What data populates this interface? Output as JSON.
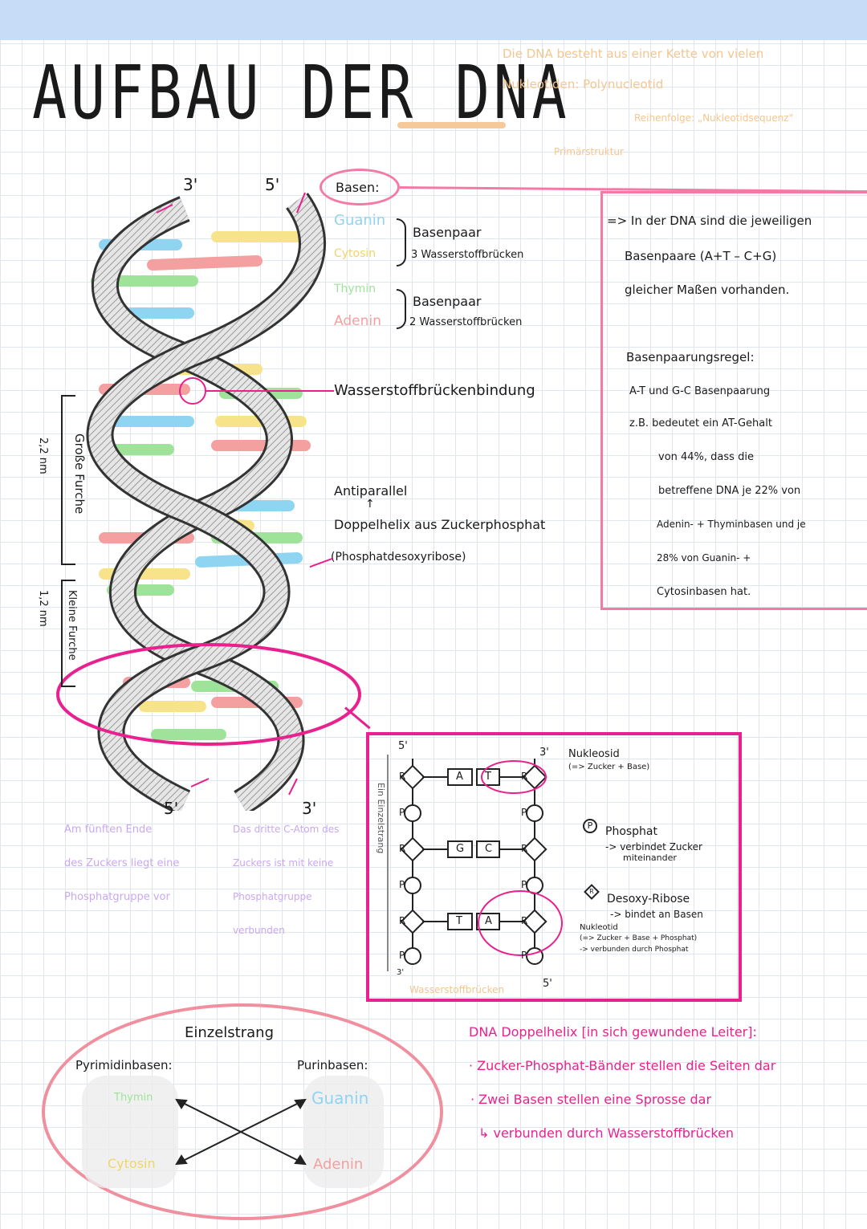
{
  "page": {
    "title": "AUFBAU DER DNA",
    "intro": {
      "line1": "Die DNA besteht aus einer Kette von vielen",
      "line2": "Nukleotiden: Polynucleotid",
      "line3": "Reihenfolge: „Nukleotidsequenz\"",
      "line4": "Primärstruktur"
    }
  },
  "helix": {
    "label_3_top": "3'",
    "label_5_top": "5'",
    "label_5_bottom": "5'",
    "label_3_bottom": "3'",
    "major_groove_size": "2,2 nm",
    "major_groove_label": "Große Furche",
    "minor_groove_size": "1,2 nm",
    "minor_groove_label": "Kleine Furche",
    "note_5_end": [
      "Am fünften Ende",
      "des Zuckers liegt eine",
      "Phosphatgruppe vor"
    ],
    "note_3_end": [
      "Das dritte C-Atom des",
      "Zuckers ist mit keine",
      "Phosphatgruppe",
      "verbunden"
    ]
  },
  "bases": {
    "heading": "Basen:",
    "guanin": "Guanin",
    "cytosin": "Cytosin",
    "thymin": "Thymin",
    "adenin": "Adenin",
    "pair1_title": "Basenpaar",
    "pair1_detail": "3 Wasserstoffbrücken",
    "pair2_title": "Basenpaar",
    "pair2_detail": "2 Wasserstoffbrücken",
    "hbond": "Wasserstoffbrückenbindung",
    "antiparallel": "Antiparallel",
    "double_helix": "Doppelhelix aus Zuckerphosphat",
    "phosphat": "(Phosphatdesoxyribose)"
  },
  "right_box": {
    "lines": [
      "=> In der DNA sind die jeweiligen",
      "Basenpaare (A+T – C+G)",
      "gleicher Maßen vorhanden."
    ],
    "rule_title": "Basenpaarungsregel:",
    "rule_lines": [
      "A-T und G-C Basenpaarung",
      "z.B. bedeutet ein AT-Gehalt",
      "von 44%, dass die",
      "betreffene DNA je 22% von",
      "Adenin- + Thyminbasen und je",
      "28% von Guanin- +",
      "Cytosinbasen hat."
    ]
  },
  "strand_diagram": {
    "side_label": "Ein Einzelstrang",
    "label_5_top": "5'",
    "label_3_top": "3'",
    "label_3_bottom": "3'",
    "label_5_bottom": "5'",
    "r": "R",
    "p": "P",
    "pairs": [
      [
        "A",
        "T"
      ],
      [
        "G",
        "C"
      ],
      [
        "T",
        "A"
      ]
    ],
    "nucleosid": "Nukleosid",
    "nucleosid_detail": "(=> Zucker + Base)",
    "phosphat": "Phosphat",
    "phosphat_detail1": "-> verbindet Zucker",
    "phosphat_detail2": "miteinander",
    "ribose": "Desoxy-Ribose",
    "ribose_detail": "-> bindet an Basen",
    "nucleotid": "Nukleotid",
    "nucleotid_detail1": "(=> Zucker + Base + Phosphat)",
    "nucleotid_detail2": "-> verbunden durch Phosphat",
    "hbonds": "Wasserstoffbrücken"
  },
  "single_strand": {
    "title": "Einzelstrang",
    "pyrimidine": "Pyrimidinbasen:",
    "purine": "Purinbasen:",
    "thymin": "Thymin",
    "cytosin": "Cytosin",
    "guanin": "Guanin",
    "adenin": "Adenin"
  },
  "summary": {
    "line1": "DNA Doppelhelix [in sich gewundene Leiter]:",
    "line2": "· Zucker-Phosphat-Bänder stellen die Seiten dar",
    "line3": "· Zwei Basen stellen eine Sprosse dar",
    "line4": "↳ verbunden durch Wasserstoffbrücken"
  },
  "colors": {
    "guanin": "#8fd4f0",
    "cytosin": "#f7e38a",
    "thymin": "#9fe39a",
    "adenin": "#f4a0a0",
    "accent": "#e8218e",
    "lavender": "#c9a8f0",
    "peach": "#f4c690"
  }
}
